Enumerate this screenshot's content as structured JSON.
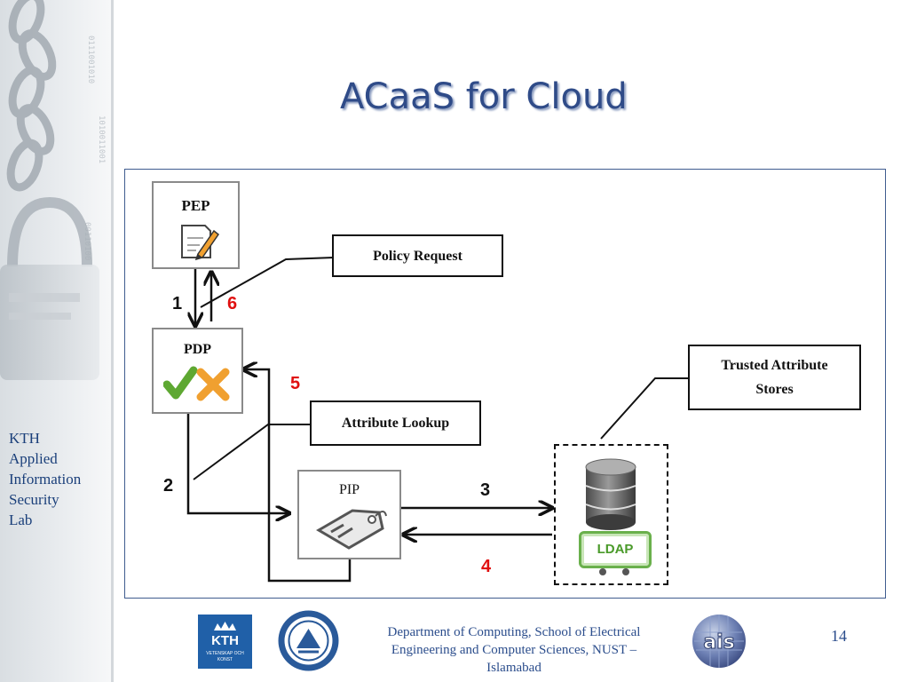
{
  "sidebar": {
    "org_lines": [
      "KTH",
      "Applied",
      "Information",
      "Security",
      "Lab"
    ]
  },
  "title": "ACaaS for Cloud",
  "diagram": {
    "nodes": {
      "pep": "PEP",
      "pdp": "PDP",
      "pip": "PIP"
    },
    "callouts": {
      "policy_request": "Policy Request",
      "attribute_lookup": "Attribute Lookup",
      "trusted_stores_line1": "Trusted Attribute",
      "trusted_stores_line2": "Stores"
    },
    "ldap_label": "LDAP",
    "steps": {
      "s1": "1",
      "s2": "2",
      "s3": "3",
      "s4": "4",
      "s5": "5",
      "s6": "6"
    },
    "colors": {
      "step_black": "#111111",
      "step_red": "#e01010",
      "frame": "#3f5c8f"
    }
  },
  "footer": {
    "line1": "Department of Computing, School of Electrical",
    "line2": "Engineering and Computer Sciences, NUST –",
    "line3": "Islamabad",
    "page_number": "14",
    "kth_logo_text": "KTH",
    "kth_logo_subtext": "VETENSKAP OCH KONST",
    "ais_logo_text": "ais"
  },
  "icons": [
    "document-pencil-icon",
    "check-cross-icon",
    "price-tag-icon",
    "database-icon"
  ],
  "theme": {
    "title_color": "#2f4b88",
    "text_blue": "#2b4d8c",
    "kth_blue": "#2060a8"
  }
}
